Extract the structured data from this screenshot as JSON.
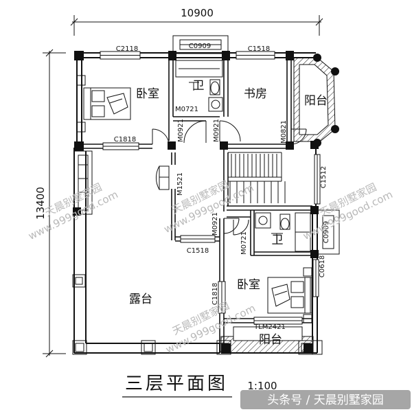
{
  "dimensions": {
    "overall_width": "10900",
    "overall_depth": "13400"
  },
  "window_codes": {
    "c2118": "C2118",
    "c0909_top": "C0909",
    "c1518_top": "C1518",
    "c1818_top": "C1818",
    "c1512": "C1512",
    "c0909_right": "C0909",
    "c0618": "C0618",
    "c1518_mid": "C1518",
    "c1818_mid": "C1818",
    "tlm2421": "TLM2421"
  },
  "door_codes": {
    "m0721_a": "M0721",
    "m0921_a": "M0921",
    "m0921_b": "M0921",
    "m0821": "M0821",
    "m1521": "M1521",
    "m0921_c": "M0921",
    "m0721_b": "M0721"
  },
  "rooms": {
    "bedroom_nw": "卧室",
    "bath_nw": "卫",
    "study": "书房",
    "balcony_ne": "阳台",
    "terrace": "露台",
    "bath_e": "卫",
    "bedroom_se": "卧室",
    "balcony_s": "阳台"
  },
  "title": {
    "text": "三层平面图",
    "scale": "1:100"
  },
  "watermarks": {
    "brand": "天晨别墅家园",
    "url": "www.999good.com",
    "footer": "头条号 / 天晨别墅家园"
  },
  "colors": {
    "ink": "#111111",
    "watermark": "#b9b9b9",
    "footer_bg": "#777777"
  }
}
